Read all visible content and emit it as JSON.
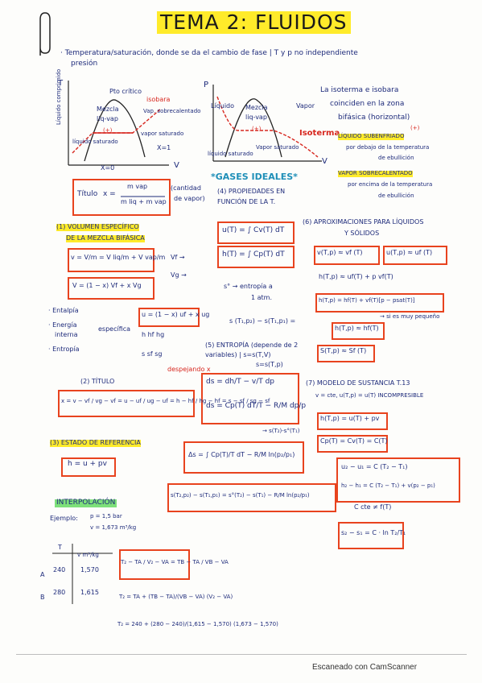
{
  "title": "TEMA 2: FLUIDOS",
  "intro": {
    "line1": "· Temperatura/saturación, donde se da el cambio de fase | T y p no independiente",
    "line2": "presión"
  },
  "diagram1": {
    "axis_t": "T",
    "axis_v": "V",
    "liq_comprimido": "Líquido comprimido",
    "pto_critico": "Pto crítico",
    "isobara": "isobara",
    "mezcla": "Mezcla",
    "liq_vap": "liq-vap",
    "vap_sobre": "Vap. sobrecalentado",
    "liq_saturado": "líquido saturado",
    "vapor_saturado": "vapor saturado",
    "x1": "X=1",
    "x0": "X=0",
    "mark": "(+)"
  },
  "diagram2": {
    "axis_p": "P",
    "axis_v": "V",
    "liquido": "Líquido",
    "mezcla": "Mezcla",
    "liq_vap": "liq-vap",
    "vapor": "Vapor",
    "isoterma": "Isoterma",
    "vapor_saturado": "Vapor saturado",
    "liq_saturado": "líquido saturado",
    "mark": "(+)"
  },
  "right_notes": {
    "l1": "La isoterma e isobara",
    "l2": "coinciden en la zona",
    "l3": "bifásica (horizontal)",
    "mark": "(+)",
    "liq_sub": "LÍQUIDO SUBENFRIADO",
    "liq_sub_d1": "por debajo de la temperatura",
    "liq_sub_d2": "de ebullición",
    "vap_sob": "VAPOR SOBRECALENTADO",
    "vap_sob_d1": "por encima de la temperatura",
    "vap_sob_d2": "de ebullición"
  },
  "titulo_box": {
    "label": "Título",
    "x_eq": "x =",
    "num": "m vap",
    "den": "m liq + m vap",
    "side1": "(cantidad",
    "side2": "de vapor)"
  },
  "gases": {
    "heading": "*GASES IDEALES*",
    "sub1": "(4) PROPIEDADES EN",
    "sub2": "FUNCIÓN DE LA T.",
    "u_eq": "u(T) = ∫ Cv(T) dT",
    "h_eq": "h(T) = ∫ Cp(T) dT",
    "s0": "s° → entropía a",
    "s0b": "1 atm.",
    "s_diff": "s (T₁,p₂) − s(T₁,p₁) =",
    "entropia1": "(5) ENTROPÍA (depende de 2",
    "entropia2": "variables) | s=s(T,V)",
    "entropia3": "s=s(T,p)",
    "arrow_s": "→ s(T₂)-s°(T₁)",
    "ds1": "ds = dh/T − v/T dp",
    "ds2": "ds = Cp(T) dT/T − R/M dp/p",
    "int_box": "Δs = ∫ Cp(T)/T dT − R/M ln(p₂/p₁)",
    "final_box": "s(T₂,p₂) − s(T₁,p₁) = s°(T₂) − s(T₁) − R/M ln(p₂/p₁)"
  },
  "volumen": {
    "heading1": "(1) VOLUMEN ESPECÍFICO",
    "heading2": "DE LA MEZCLA BIFÁSICA",
    "v_box": "v = V/m = V liq/m + V vap/m",
    "vf": "Vf →",
    "vg": "Vg →",
    "v2_box": "V = (1 − x) Vf + x Vg",
    "ent": "· Entalpía",
    "energia1": "· Energía",
    "energia2": "interna",
    "especifica": "específica",
    "entropia": "· Entropía",
    "u_box": "u = (1 − x) uf + x ug",
    "h_row": "h   hf   hg",
    "s_row": "s   sf   sg",
    "despejando": "despejando x"
  },
  "titulo2": {
    "heading": "(2) TÍTULO",
    "eq": "x = v − vf / vg − vf = u − uf / ug − uf = h − hf / hg − hf = s − sf / sg − sf"
  },
  "estado": {
    "heading": "(3) ESTADO DE REFERENCIA",
    "eq": "h = u + pv"
  },
  "interp": {
    "heading": "INTERPOLACIÓN",
    "ejemplo": "Ejemplo:",
    "p": "p = 1,5 bar",
    "v": "v = 1,673 m³/kg",
    "col_t": "T",
    "col_v": "v m³/kg",
    "row_a_label": "A",
    "row_a_t": "240",
    "row_a_v": "1,570",
    "row_b_label": "B",
    "row_b_t": "280",
    "row_b_v": "1,615",
    "box": "T₂ − TA / V₂ − VA = TB − TA / VB − VA",
    "formula": "T₂ = TA + (TB − TA)/(VB − VA) (V₂ − VA)",
    "result": "T₂ = 240 + (280 − 240)/(1,615 − 1,570) (1,673 − 1,570)"
  },
  "aprox": {
    "heading1": "(6) APROXIMACIONES PARA LÍQUIDOS",
    "heading2": "Y SÓLIDOS",
    "b1": "v(T,p) ≈ vf (T)",
    "b2": "u(T,p) ≈ uf (T)",
    "l1": "h(T,p) ≈ uf(T) + p vf(T)",
    "l2": "h(T,p) = hf(T) + vf(T)[p − psat(T)]",
    "b3": "h(T,p) ≈ hf(T)",
    "note": "→ si es muy pequeño",
    "b4": "S(T,p) ≈ Sf (T)"
  },
  "modelo": {
    "heading": "(7) MODELO DE SUSTANCIA  T.13",
    "sub": "v = cte, u(T,p) = u(T)  INCOMPRESIBLE",
    "b1": "h(T,p) = u(T) + pv",
    "b2": "Cp(T) = Cv(T) = C(T)",
    "l1": "u₂ − u₁ = C (T₂ − T₁)",
    "l2": "h₂ − h₁ = C (T₂ − T₁) + v(p₂ − p₁)",
    "cte": "C cte  ≠ f(T)",
    "b3": "s₂ − s₁ = C · ln T₂/T₁"
  },
  "footer": "Escaneado con CamScanner",
  "colors": {
    "ink": "#1d2a7a",
    "red": "#d7261e",
    "box": "#e8431e",
    "highlight": "#ffeb2a"
  }
}
